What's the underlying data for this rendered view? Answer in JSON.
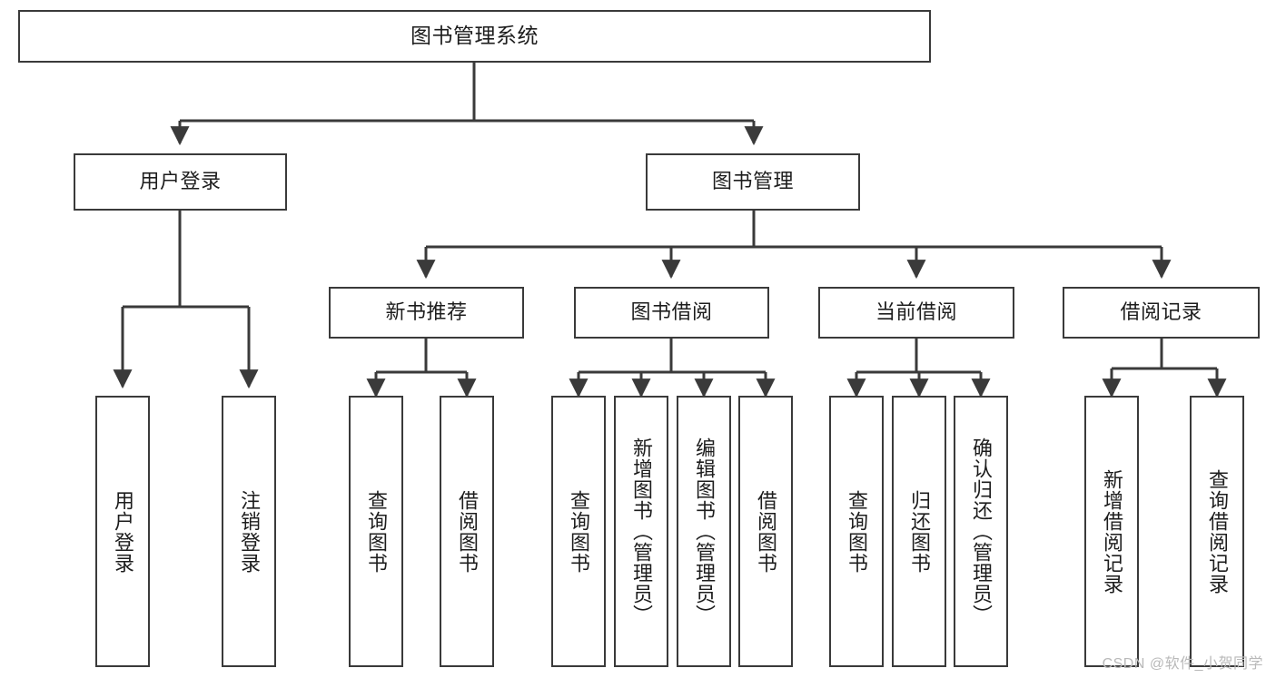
{
  "diagram": {
    "title": "图书管理系统",
    "type": "tree",
    "orientation": "top-down",
    "colors": {
      "stroke": "#3a3a3a",
      "fill": "#ffffff",
      "text": "#1d1d1d",
      "watermark": "#b9b9b9"
    },
    "root": {
      "id": "root",
      "label": "图书管理系统"
    },
    "level1": [
      {
        "id": "user-login",
        "label": "用户登录"
      },
      {
        "id": "book-manage",
        "label": "图书管理"
      }
    ],
    "level2": [
      {
        "id": "new-book-rec",
        "label": "新书推荐",
        "parent": "book-manage"
      },
      {
        "id": "book-borrow",
        "label": "图书借阅",
        "parent": "book-manage"
      },
      {
        "id": "current-borrow",
        "label": "当前借阅",
        "parent": "book-manage"
      },
      {
        "id": "borrow-record",
        "label": "借阅记录",
        "parent": "book-manage"
      }
    ],
    "leaves": [
      {
        "id": "leaf-user-login",
        "label": "用户登录",
        "parent": "user-login"
      },
      {
        "id": "leaf-logout",
        "label": "注销登录",
        "parent": "user-login"
      },
      {
        "id": "leaf-query-book-1",
        "label": "查询图书",
        "parent": "new-book-rec"
      },
      {
        "id": "leaf-borrow-book-1",
        "label": "借阅图书",
        "parent": "new-book-rec"
      },
      {
        "id": "leaf-query-book-2",
        "label": "查询图书",
        "parent": "book-borrow"
      },
      {
        "id": "leaf-add-book",
        "label": "新增图书（管理员）",
        "parent": "book-borrow"
      },
      {
        "id": "leaf-edit-book",
        "label": "编辑图书（管理员）",
        "parent": "book-borrow"
      },
      {
        "id": "leaf-borrow-book-2",
        "label": "借阅图书",
        "parent": "book-borrow"
      },
      {
        "id": "leaf-query-book-3",
        "label": "查询图书",
        "parent": "current-borrow"
      },
      {
        "id": "leaf-return-book",
        "label": "归还图书",
        "parent": "current-borrow"
      },
      {
        "id": "leaf-confirm-return",
        "label": "确认归还（管理员）",
        "parent": "current-borrow"
      },
      {
        "id": "leaf-add-record",
        "label": "新增借阅记录",
        "parent": "borrow-record"
      },
      {
        "id": "leaf-query-record",
        "label": "查询借阅记录",
        "parent": "borrow-record"
      }
    ],
    "watermark": "CSDN @软件_小贺同学"
  }
}
